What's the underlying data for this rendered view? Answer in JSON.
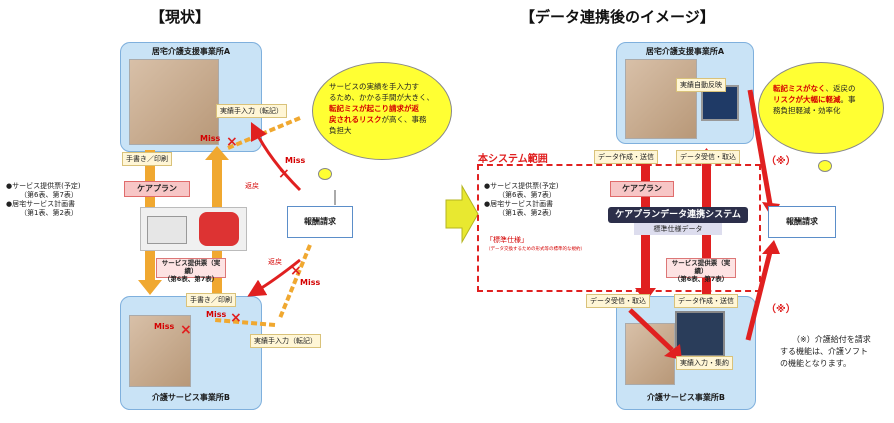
{
  "left": {
    "title": "【現状】",
    "office_a": "居宅介護支援事業所A",
    "office_b": "介護サービス事業所B",
    "handwrite_top": "手書き／印刷",
    "manual_top": "実績手入力（転記）",
    "careplan": "ケアプラン",
    "docs_left_1": "●サービス提供票(予定)",
    "docs_left_2": "（第6表、第7表）",
    "docs_left_3": "●居宅サービス計画書",
    "docs_left_4": "（第1表、第2表）",
    "service_result_1": "サービス提供票（実績）",
    "service_result_2": "（第6表、第7表）",
    "handwrite_bottom": "手書き／印刷",
    "manual_bottom": "実績手入力（転記）",
    "return_top": "返戻",
    "return_bottom": "返戻",
    "miss": "Miss",
    "fee_claim": "報酬請求",
    "cloud_1": "サービスの実績を手入力す",
    "cloud_2": "るため、かかる手間が大きく、",
    "cloud_3a": "転記ミスが起こり請求が返",
    "cloud_4a": "戻されるリスク",
    "cloud_4b": "が高く、事務",
    "cloud_5": "負担大"
  },
  "right": {
    "title": "【データ連携後のイメージ】",
    "office_a": "居宅介護支援事業所A",
    "office_b": "介護サービス事業所B",
    "auto_reflect": "実績自動反映",
    "scope": "本システム範囲",
    "data_make_send_top": "データ作成・送信",
    "data_recv_top": "データ受信・取込",
    "careplan": "ケアプラン",
    "docs_1": "●サービス提供票(予定)",
    "docs_2": "（第6表、第7表）",
    "docs_3": "●居宅サービス計画書",
    "docs_4": "（第1表、第2表）",
    "system_name": "ケアプランデータ連携システム",
    "std_data": "標準仕様データ",
    "std_spec": "「標準仕様」",
    "std_spec_note": "（データ交換するための形式等の標準的な規約）",
    "service_result_1": "サービス提供票（実績）",
    "service_result_2": "（第6表、第7表）",
    "data_recv_bottom": "データ受信・取込",
    "data_make_send_bottom": "データ作成・送信",
    "manual_input": "実績入力・集約",
    "fee_claim": "報酬請求",
    "mark": "（※）",
    "cloud_1a": "転記ミスがなく",
    "cloud_1b": "、返戻の",
    "cloud_2a": "リスクが大幅に軽減",
    "cloud_2b": "。事",
    "cloud_3": "務負担軽減・効率化",
    "footnote_1": "（※）介護給付を請求",
    "footnote_2": "する機能は、介護ソフト",
    "footnote_3": "の機能となります。"
  },
  "colors": {
    "arrow_orange": "#f0a830",
    "arrow_red": "#e02020",
    "office_bg": "#c9e3f6",
    "cloud": "#ffff33",
    "system": "#2c2f4a",
    "big_arrow": "#e8e830"
  }
}
